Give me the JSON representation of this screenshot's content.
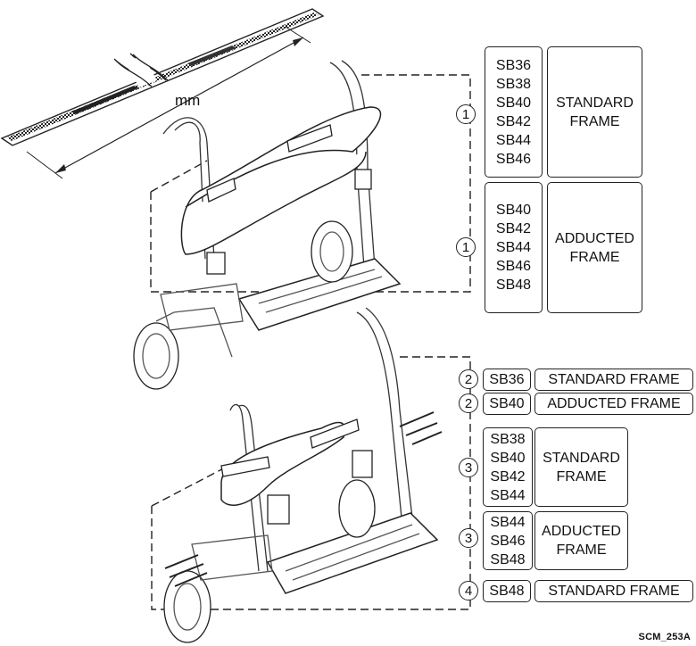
{
  "ruler": {
    "unit": "mm"
  },
  "figure_code": "SCM_253A",
  "callouts": {
    "c1a": "1",
    "c1b": "1",
    "c2a": "2",
    "c2b": "2",
    "c3a": "3",
    "c3b": "3",
    "c4": "4"
  },
  "rows": {
    "r1_sizes": [
      "SB36",
      "SB38",
      "SB40",
      "SB42",
      "SB44",
      "SB46"
    ],
    "r1_frame": [
      "STANDARD",
      "FRAME"
    ],
    "r2_sizes": [
      "SB40",
      "SB42",
      "SB44",
      "SB46",
      "SB48"
    ],
    "r2_frame": [
      "ADDUCTED",
      "FRAME"
    ],
    "r3_size": "SB36",
    "r3_frame": "STANDARD FRAME",
    "r4_size": "SB40",
    "r4_frame": "ADDUCTED FRAME",
    "r5_sizes": [
      "SB38",
      "SB40",
      "SB42",
      "SB44"
    ],
    "r5_frame": [
      "STANDARD",
      "FRAME"
    ],
    "r6_sizes": [
      "SB44",
      "SB46",
      "SB48"
    ],
    "r6_frame": [
      "ADDUCTED",
      "FRAME"
    ],
    "r7_size": "SB48",
    "r7_frame": "STANDARD FRAME"
  }
}
